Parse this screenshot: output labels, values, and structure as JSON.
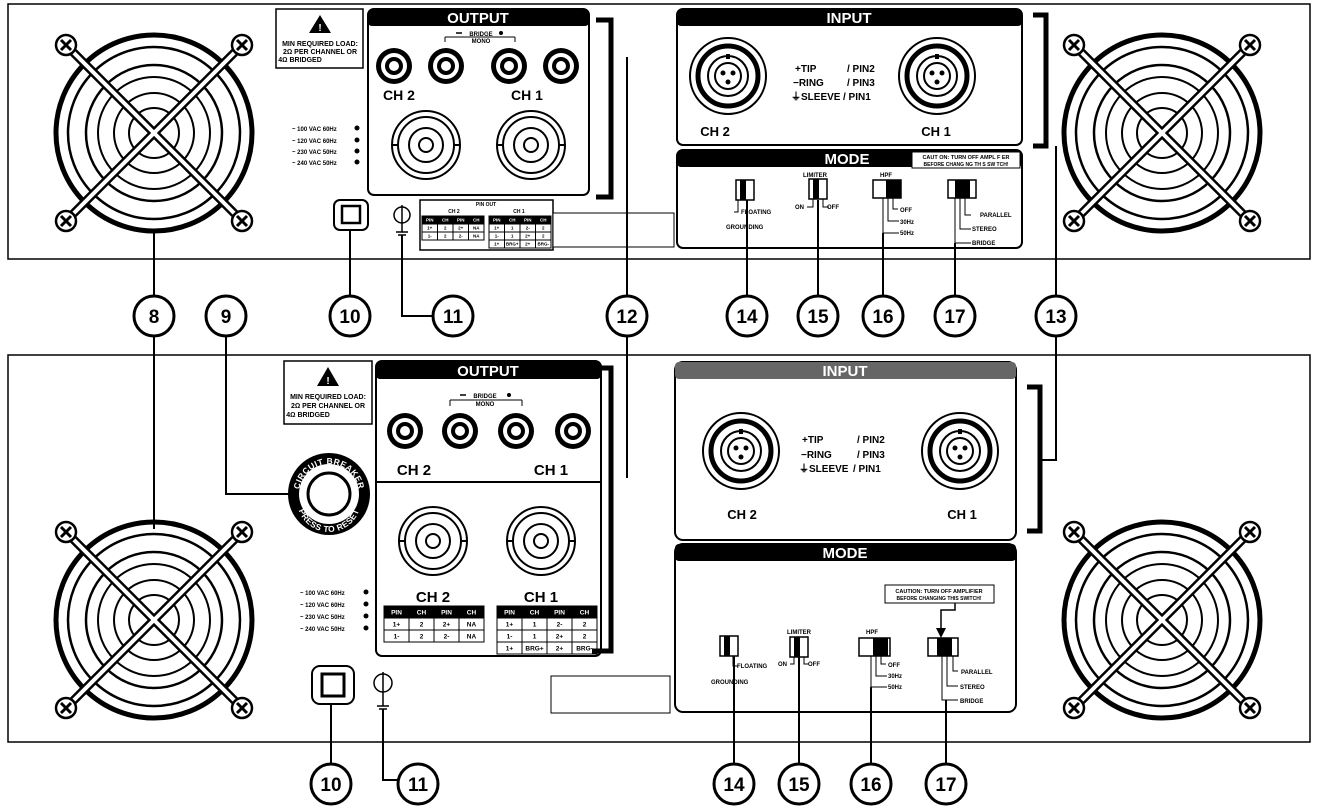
{
  "warning": {
    "line1": "MIN REQUIRED LOAD:",
    "line2": "2Ω PER CHANNEL OR",
    "line3": "4Ω BRIDGED"
  },
  "output": {
    "title": "OUTPUT",
    "bridge_label": "BRIDGE",
    "mono_label": "MONO",
    "ch2": "CH 2",
    "ch1": "CH 1"
  },
  "input": {
    "title": "INPUT",
    "ch2": "CH 2",
    "ch1": "CH 1",
    "tip": "+TIP",
    "ring": "−RING",
    "sleeve": "⏚SLEEVE",
    "pin2": "/ PIN2",
    "pin3": "/ PIN3",
    "pin1": "/ PIN1"
  },
  "mode": {
    "title": "MODE",
    "caution_top_1": "CAUT ON: TURN OFF AMPL F ER",
    "caution_top_2": "BEFORE CHANG NG TH S SW TCH!",
    "caution_bottom_1": "CAUTION: TURN OFF AMPLIFIER",
    "caution_bottom_2": "BEFORE CHANGING THIS SWITCH!",
    "floating": "FLOATING",
    "grounding": "GROUNDING",
    "limiter": "LIMITER",
    "on": "ON",
    "off": "OFF",
    "hpf": "HPF",
    "hpf_off": "OFF",
    "hz30": "30Hz",
    "hz50": "50Hz",
    "parallel": "PARALLEL",
    "stereo": "STEREO",
    "bridge": "BRIDGE"
  },
  "voltage": {
    "v100": "~ 100 VAC 60Hz",
    "v120": "~ 120 VAC 60Hz",
    "v230": "~ 230 VAC 50Hz",
    "v240": "~ 240 VAC 50Hz"
  },
  "pinout": {
    "title": "PIN OUT",
    "ch2_title": "CH 2",
    "ch1_title": "CH 1",
    "headers": [
      "PIN",
      "CH",
      "PIN",
      "CH"
    ],
    "ch2_rows": [
      [
        "1+",
        "2",
        "2+",
        "NA"
      ],
      [
        "1-",
        "2",
        "2-",
        "NA"
      ]
    ],
    "ch1_rows": [
      [
        "1+",
        "1",
        "2-",
        "2"
      ],
      [
        "1-",
        "1",
        "2+",
        "2"
      ],
      [
        "1+",
        "BRG+",
        "2+",
        "BRG-"
      ]
    ]
  },
  "breaker": {
    "top_text": "CIRCUIT BREAKER",
    "bottom_text": "PRESS TO RESET"
  },
  "callouts": {
    "c8": "8",
    "c9": "9",
    "c10": "10",
    "c11": "11",
    "c12": "12",
    "c13": "13",
    "c14": "14",
    "c15": "15",
    "c16": "16",
    "c17": "17"
  }
}
